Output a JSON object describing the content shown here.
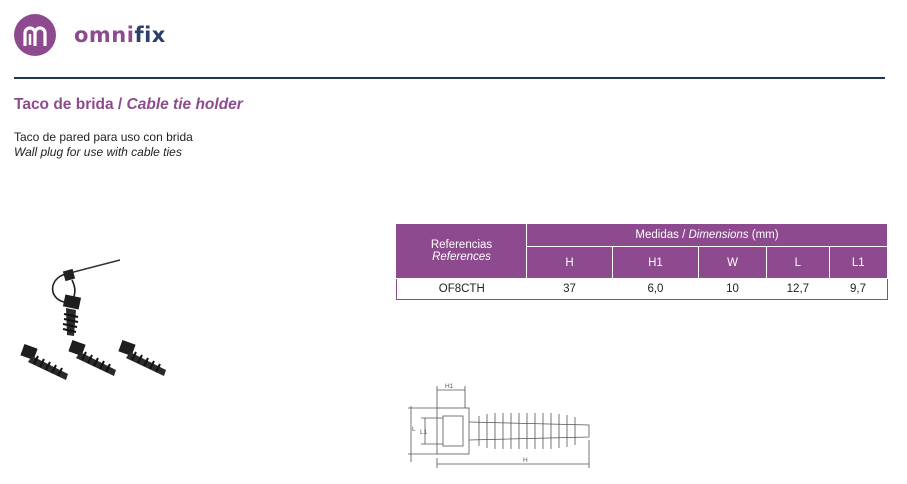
{
  "brand": {
    "name_part1": "omni",
    "name_part2": "fix",
    "color": "#8e4a8f",
    "color_dark": "#2c3e6b"
  },
  "product": {
    "title_es": "Taco de brida",
    "title_sep": " / ",
    "title_en": "Cable tie holder",
    "description_es": "Taco de pared para uso con brida",
    "description_en": "Wall plug for use with cable ties"
  },
  "table": {
    "ref_header_es": "Referencias",
    "ref_header_en": "References",
    "dim_header_es": "Medidas / ",
    "dim_header_en": "Dimensions",
    "dim_header_unit": " (mm)",
    "columns": [
      "H",
      "H1",
      "W",
      "L",
      "L1"
    ],
    "rows": [
      {
        "ref": "OF8CTH",
        "values": [
          "37",
          "6,0",
          "10",
          "12,7",
          "9,7"
        ]
      }
    ]
  },
  "drawing": {
    "label_h1": "H1",
    "label_l": "L",
    "label_l1": "L1",
    "label_h": "H"
  }
}
